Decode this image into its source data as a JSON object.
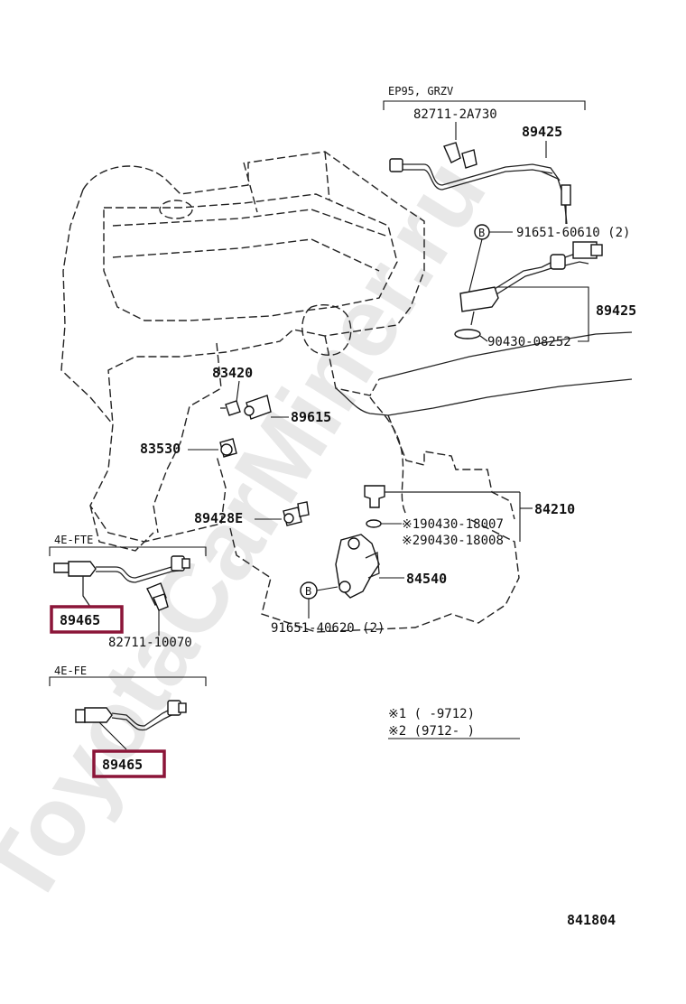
{
  "watermark": "ToyotaCarMiner.ru",
  "sections": {
    "ep95": "EP95, GRZV",
    "fte": "4E-FTE",
    "fe": "4E-FE"
  },
  "callouts": {
    "b_marker": "B",
    "p1": "82711-2A730",
    "p2": "89425",
    "p3": "91651-60610 (2)",
    "p4": "89425",
    "p5": "90430-08252",
    "p6": "83420",
    "p7": "89615",
    "p8": "83530",
    "p9": "89428E",
    "p10": "84210",
    "p11": "※190430-18007",
    "p12": "※290430-18008",
    "p13": "84540",
    "p14": "91651-40620 (2)",
    "p15": "89465",
    "p16": "82711-10070",
    "p17": "89465"
  },
  "notes": {
    "n1": "※1 (      -9712)",
    "n2": "※2 (9712-       )"
  },
  "diagram_code": "841804",
  "colors": {
    "highlight": "#8b1538",
    "line": "#111111",
    "watermark": "#e8e8e8"
  }
}
